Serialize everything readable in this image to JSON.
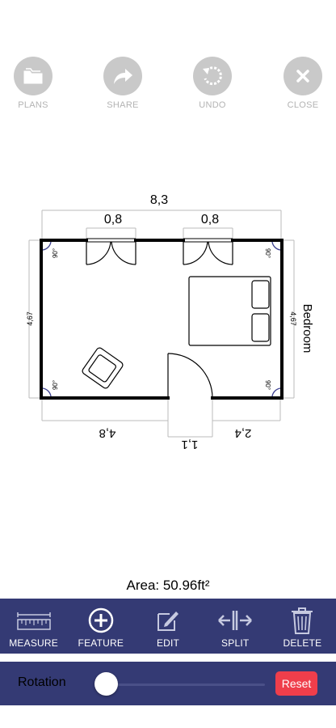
{
  "toolbar_top": {
    "plans": {
      "label": "PLANS",
      "icon": "folder-icon"
    },
    "share": {
      "label": "SHARE",
      "icon": "share-arrow-icon"
    },
    "undo": {
      "label": "UNDO",
      "icon": "undo-icon"
    },
    "close": {
      "label": "CLOSE",
      "icon": "close-icon"
    }
  },
  "plan": {
    "room_name": "Bedroom",
    "width_top": "8,3",
    "window_left": "0,8",
    "window_right": "0,8",
    "height_left": "4,67",
    "height_right": "4,67",
    "bottom_left": "4,8",
    "bottom_door": "1,1",
    "bottom_right": "2,4",
    "angle_top_left": "90°",
    "angle_top_right": "90°",
    "angle_bottom_left": "90°",
    "angle_bottom_right": "90°"
  },
  "area": "Area: 50.96ft²",
  "toolbar_bottom": {
    "measure": "MEASURE",
    "feature": "FEATURE",
    "edit": "EDIT",
    "split": "SPLIT",
    "delete": "DELETE"
  },
  "rotation": {
    "label": "Rotation",
    "reset": "Reset",
    "value": 0
  },
  "colors": {
    "bar": "#343a74",
    "reset": "#ef3e4b",
    "top_button": "#c9c9c9",
    "angle_marker": "#3b3f8f"
  }
}
